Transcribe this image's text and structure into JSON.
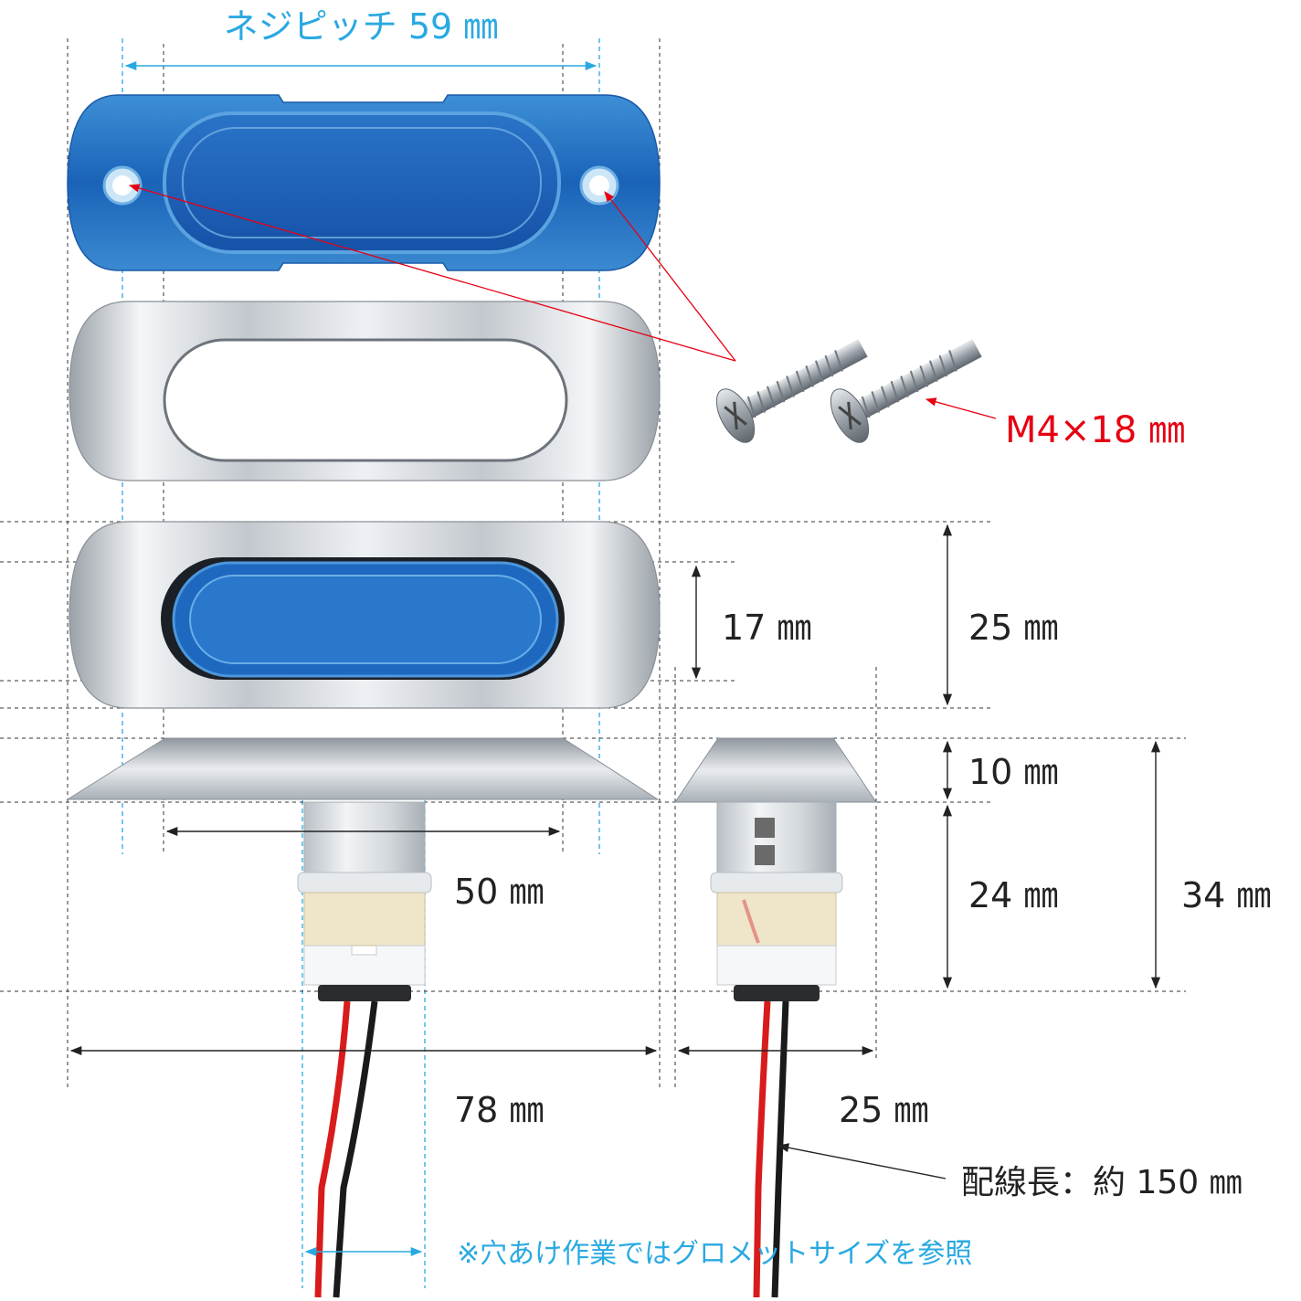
{
  "labels": {
    "screw_pitch": "ネジピッチ 59 ㎜",
    "screw_size": "M4×18 ㎜",
    "lens_height": "17 ㎜",
    "total_height": "25 ㎜",
    "bezel_depth": "10 ㎜",
    "body_depth": "24 ㎜",
    "total_depth": "34 ㎜",
    "inner_width": "50 ㎜",
    "total_width": "78 ㎜",
    "side_width": "25 ㎜",
    "wire_length": "配線長：約 150 ㎜",
    "hole_note": "※穴あけ作業ではグロメットサイズを参照"
  },
  "colors": {
    "cyan": "#29a9e1",
    "red": "#e60012",
    "lens_blue": "#1e6fc0",
    "chrome": "#c9ced4",
    "dim_line": "#222222"
  }
}
